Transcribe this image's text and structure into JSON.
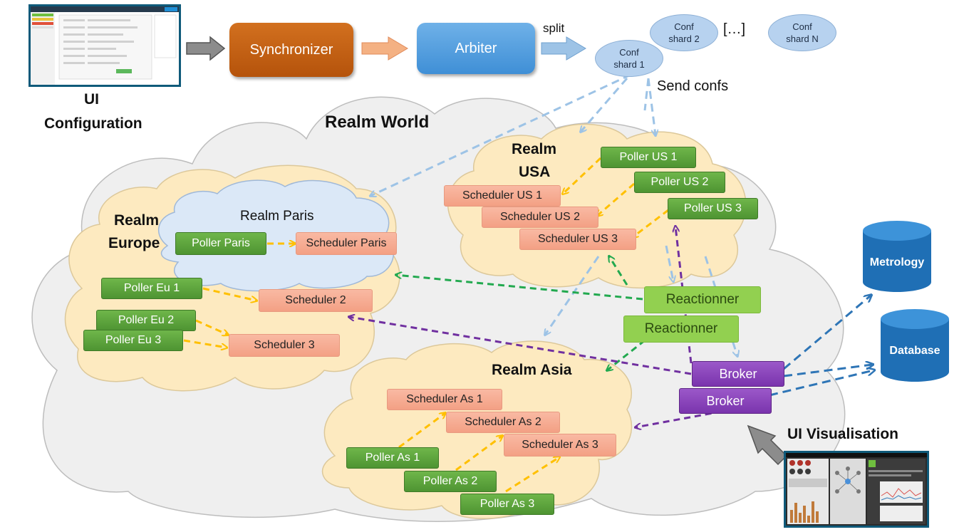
{
  "config": {
    "title_line1": "UI",
    "title_line2": "Configuration"
  },
  "pipeline": {
    "synchronizer": "Synchronizer",
    "arbiter": "Arbiter",
    "split": "split",
    "send_confs": "Send confs",
    "ellipsis": "[…]"
  },
  "shards": [
    {
      "line1": "Conf",
      "line2": "shard 1"
    },
    {
      "line1": "Conf",
      "line2": "shard 2"
    },
    {
      "line1": "Conf",
      "line2": "shard N"
    }
  ],
  "realms": {
    "world": "Realm World",
    "usa_line1": "Realm",
    "usa_line2": "USA",
    "europe_line1": "Realm",
    "europe_line2": "Europe",
    "paris": "Realm Paris",
    "asia": "Realm Asia"
  },
  "usa": {
    "pollers": [
      "Poller  US 1",
      "Poller  US 2",
      "Poller  US 3"
    ],
    "schedulers": [
      "Scheduler  US 1",
      "Scheduler  US 2",
      "Scheduler  US 3"
    ]
  },
  "paris": {
    "poller": "Poller Paris",
    "scheduler": "Scheduler  Paris"
  },
  "europe": {
    "pollers": [
      "Poller  Eu 1",
      "Poller  Eu 2",
      "Poller  Eu 3"
    ],
    "schedulers": [
      "Scheduler  2",
      "Scheduler  3"
    ]
  },
  "asia": {
    "pollers": [
      "Poller  As 1",
      "Poller  As 2",
      "Poller  As 3"
    ],
    "schedulers": [
      "Scheduler  As 1",
      "Scheduler  As 2",
      "Scheduler  As 3"
    ]
  },
  "reactionners": [
    "Reactionner",
    "Reactionner"
  ],
  "brokers": [
    "Broker",
    "Broker"
  ],
  "databases": [
    "Metrology",
    "Database"
  ],
  "visualisation": {
    "title": "UI Visualisation"
  },
  "colors": {
    "arrow_blue": "#9dc3e6",
    "arrow_yellow": "#ffc000",
    "arrow_green": "#22a94f",
    "arrow_purple": "#7030a0",
    "arrow_darkblue": "#2e75b6"
  }
}
